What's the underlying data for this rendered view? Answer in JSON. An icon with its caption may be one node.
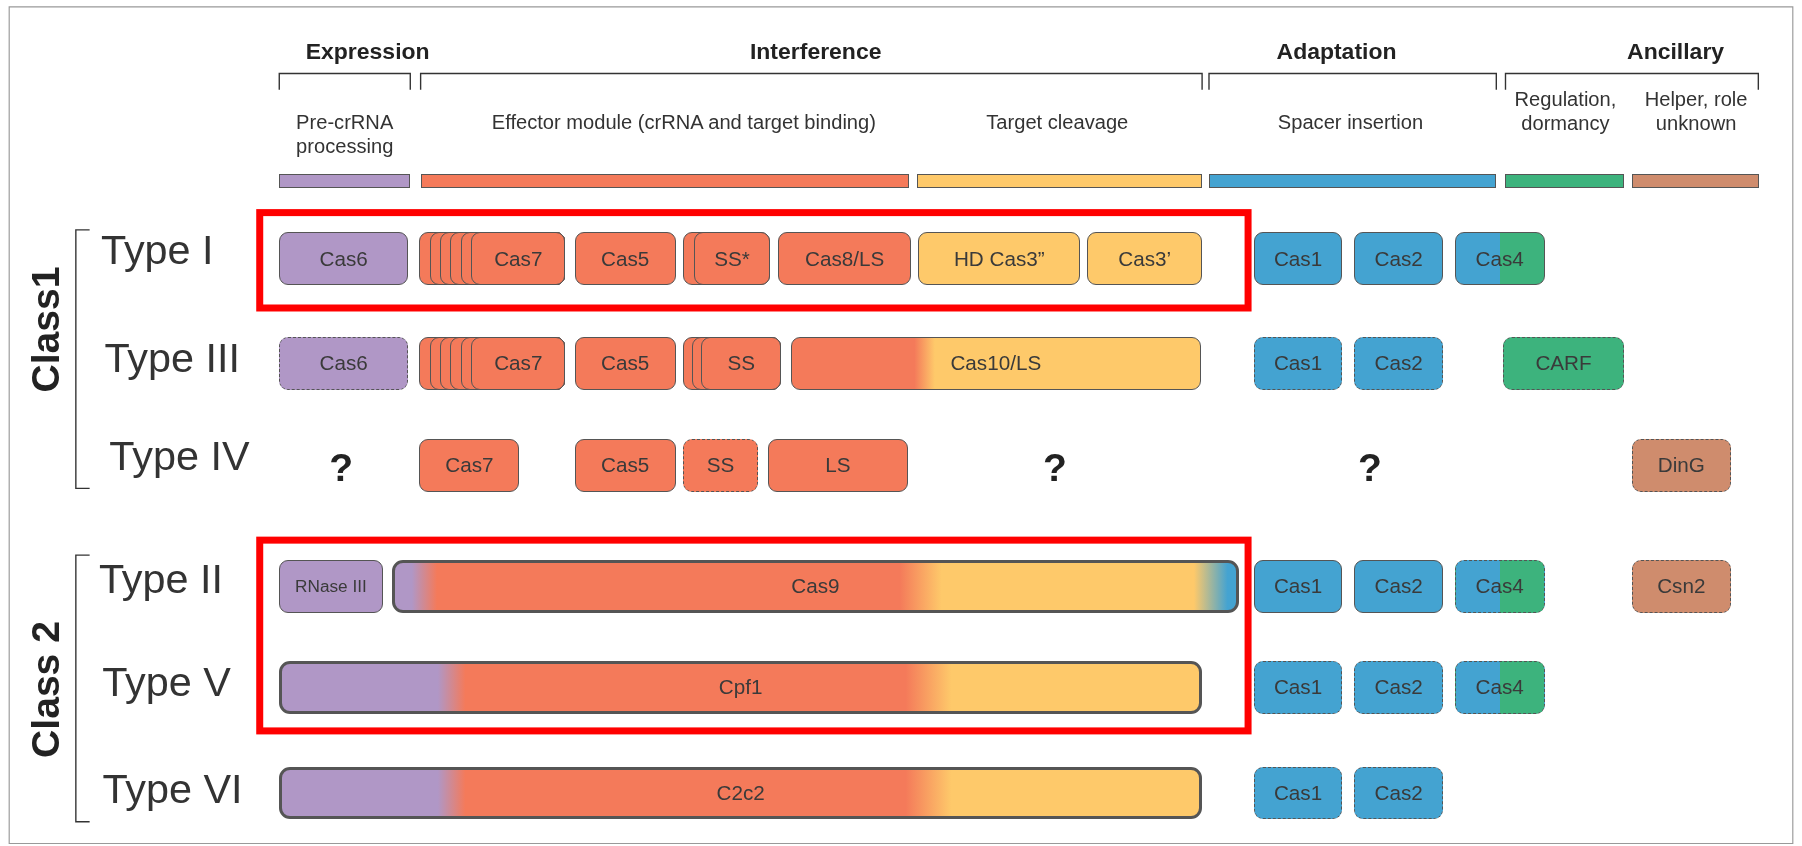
{
  "diagram": {
    "nodes": [
      {
        "text": [
          "Cas6"
        ]
      },
      {
        "text": [
          "Cas7"
        ]
      },
      {
        "text": [
          "Cas5"
        ]
      },
      {
        "text": [
          "SS*"
        ]
      },
      {
        "text": [
          "Cas8/LS"
        ]
      },
      {
        "text": [
          "HD Cas3”"
        ]
      },
      {
        "text": [
          "Cas3’"
        ]
      },
      {
        "text": [
          "Cas1"
        ]
      },
      {
        "text": [
          "Cas2"
        ]
      },
      {
        "text": [
          "Cas4"
        ]
      },
      {
        "text": [
          "Cas6"
        ]
      },
      {
        "text": [
          "Cas7"
        ]
      },
      {
        "text": [
          "Cas5"
        ]
      },
      {
        "text": [
          "SS"
        ]
      },
      {
        "text": [
          "Cas10/LS"
        ]
      },
      {
        "text": [
          "Cas1"
        ]
      },
      {
        "text": [
          "Cas2"
        ]
      },
      {
        "text": [
          "CARF"
        ]
      },
      {
        "text": [
          "Cas7"
        ]
      },
      {
        "text": [
          "Cas5"
        ]
      },
      {
        "text": [
          "SS"
        ]
      },
      {
        "text": [
          "LS"
        ]
      },
      {
        "text": [
          "DinG"
        ]
      },
      {
        "text": [
          "RNase III"
        ]
      },
      {
        "text": [
          "Cas9"
        ]
      },
      {
        "text": [
          "Cas1"
        ]
      },
      {
        "text": [
          "Cas2"
        ]
      },
      {
        "text": [
          "Cas4"
        ]
      },
      {
        "text": [
          "Csn2"
        ]
      },
      {
        "text": [
          "Cpf1"
        ]
      },
      {
        "text": [
          "Cas1"
        ]
      },
      {
        "text": [
          "Cas2"
        ]
      },
      {
        "text": [
          "Cas4"
        ]
      },
      {
        "text": [
          "C2c2"
        ]
      },
      {
        "text": [
          "Cas1"
        ]
      },
      {
        "text": [
          "Cas2"
        ]
      }
    ],
    "labels": [
      "Expression",
      "Interference",
      "Adaptation",
      "Ancillary",
      "Class1",
      "Type I",
      "Type III",
      "Type IV",
      "?",
      "?",
      "?",
      "Class 2",
      "Type II",
      "Type V",
      "Type VI"
    ],
    "legend": [
      {
        "text": "Pre-crRNA processing",
        "color": "#b097c6"
      },
      {
        "text": "Effector module (crRNA and target binding)",
        "color": "#f47a5a"
      },
      {
        "text": "Target cleavage",
        "color": "#fec96a"
      },
      {
        "text": "Spacer insertion",
        "color": "#44a3d1"
      },
      {
        "text": "Regulation, dormancy",
        "color": "#3db37d"
      },
      {
        "text": "Helper, role unknown",
        "color": "#cf8c6d"
      }
    ]
  }
}
